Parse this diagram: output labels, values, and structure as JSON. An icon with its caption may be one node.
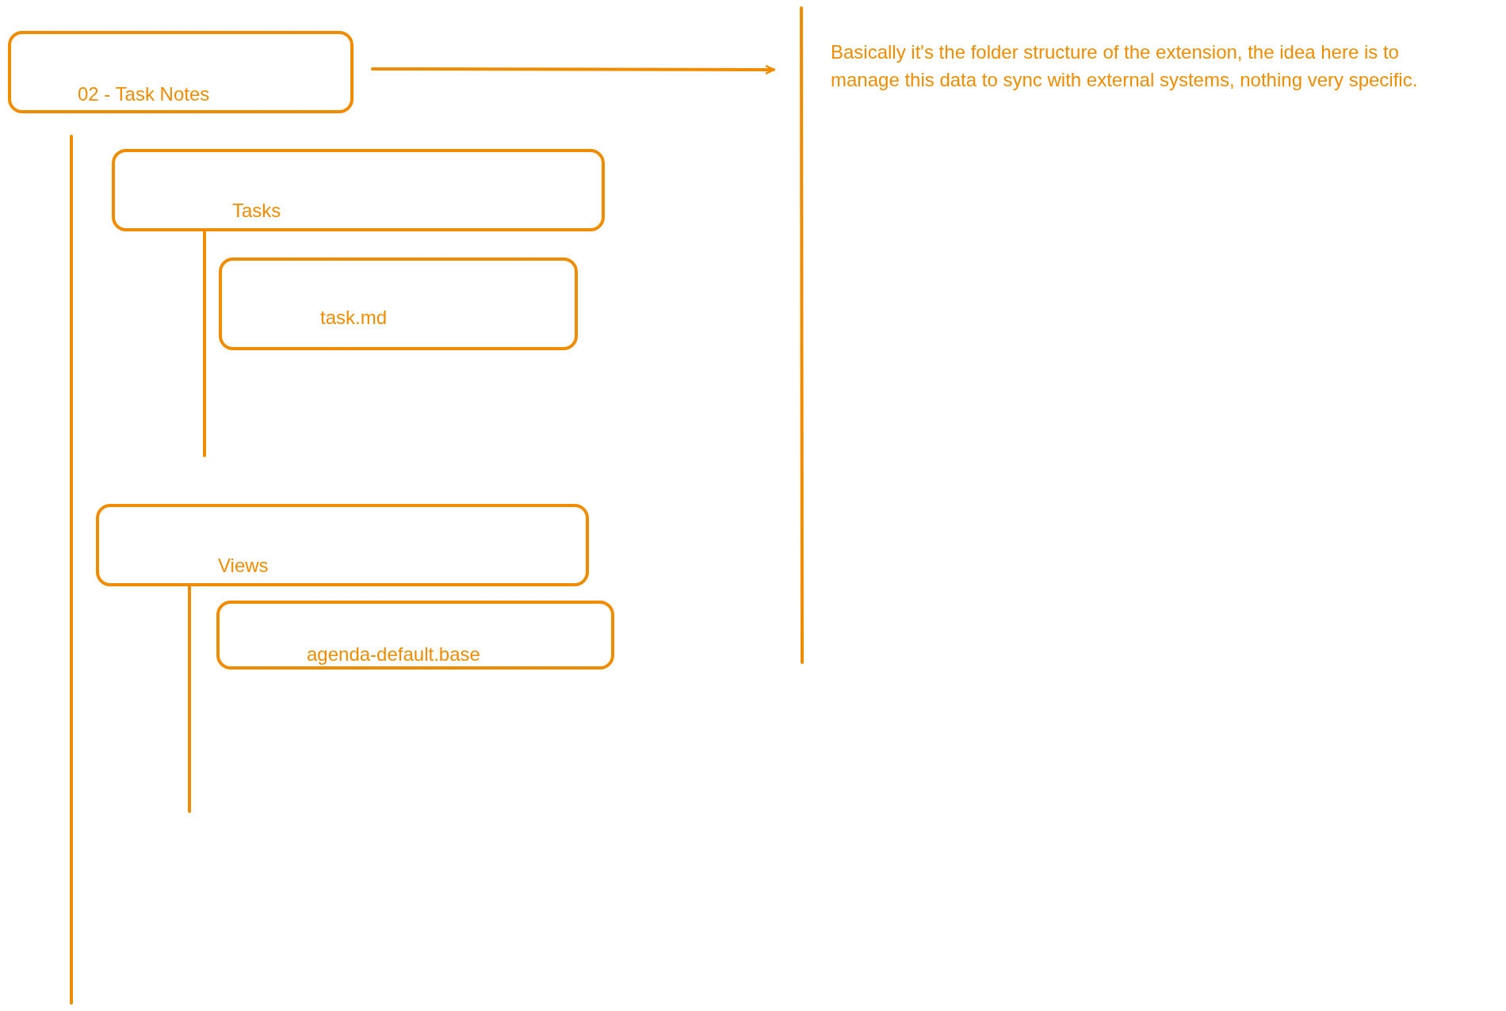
{
  "diagram": {
    "nodes": [
      {
        "text": [
          "02 - Task Notes"
        ]
      },
      {
        "text": [
          "Tasks"
        ]
      },
      {
        "text": [
          "task.md"
        ]
      },
      {
        "text": [
          "Views"
        ]
      },
      {
        "text": [
          "agenda-default.base"
        ]
      },
      {
        "text": [
          "Basically it's the folder structure of the extension, the idea here is to manage this data to sync with external systems, nothing very specific."
        ]
      }
    ],
    "edges": [
      {
        "from": 0,
        "to": 5,
        "arrow": "to"
      },
      {
        "from": 0,
        "to": null,
        "arrow": "none"
      },
      {
        "from": 1,
        "to": null,
        "arrow": "none"
      },
      {
        "from": 3,
        "to": null,
        "arrow": "none"
      }
    ]
  }
}
